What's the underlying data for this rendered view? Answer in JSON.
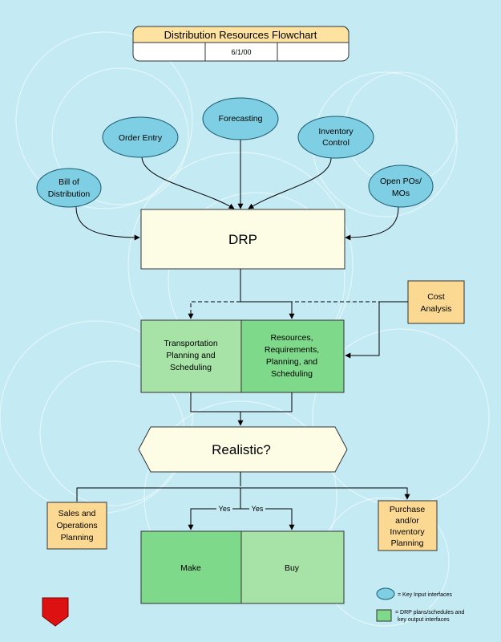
{
  "header": {
    "title": "Distribution Resources Flowchart",
    "cell_left": "",
    "cell_date": "6/1/00",
    "cell_right": ""
  },
  "inputs": {
    "bill_of_distribution": [
      "Bill of",
      "Distribution"
    ],
    "order_entry": [
      "Order Entry"
    ],
    "forecasting": [
      "Forecasting"
    ],
    "inventory_control": [
      "Inventory",
      "Control"
    ],
    "open_pos_mos": [
      "Open POs/",
      "MOs"
    ]
  },
  "drp": {
    "label": "DRP"
  },
  "cost_analysis": [
    "Cost",
    "Analysis"
  ],
  "transportation": [
    "Transportation",
    "Planning and",
    "Scheduling"
  ],
  "resources": [
    "Resources,",
    "Requirements,",
    "Planning, and",
    "Scheduling"
  ],
  "decision": {
    "label": "Realistic?"
  },
  "sales_ops": [
    "Sales and",
    "Operations",
    "Planning"
  ],
  "purchase_inv": [
    "Purchase",
    "and/or",
    "Inventory",
    "Planning"
  ],
  "branch_labels": {
    "yes_left": "Yes",
    "yes_right": "Yes"
  },
  "make": {
    "label": "Make"
  },
  "buy": {
    "label": "Buy"
  },
  "legend": {
    "key_input": "= Key Input interfaces",
    "drp_plans": [
      "= DRP plans/schedules and",
      "key output interfaces"
    ]
  },
  "colors": {
    "background": "#c4eaf3",
    "ellipse_fill": "#7ecfe4",
    "drp_fill": "#fdfde6",
    "orange_fill": "#fcd992",
    "green_light": "#a7e2a6",
    "green_mid": "#7fd98a",
    "header_fill": "#fde2a0",
    "marker_red": "#dd1111"
  },
  "icons": {
    "corner_marker": "red-pentagon-icon"
  }
}
